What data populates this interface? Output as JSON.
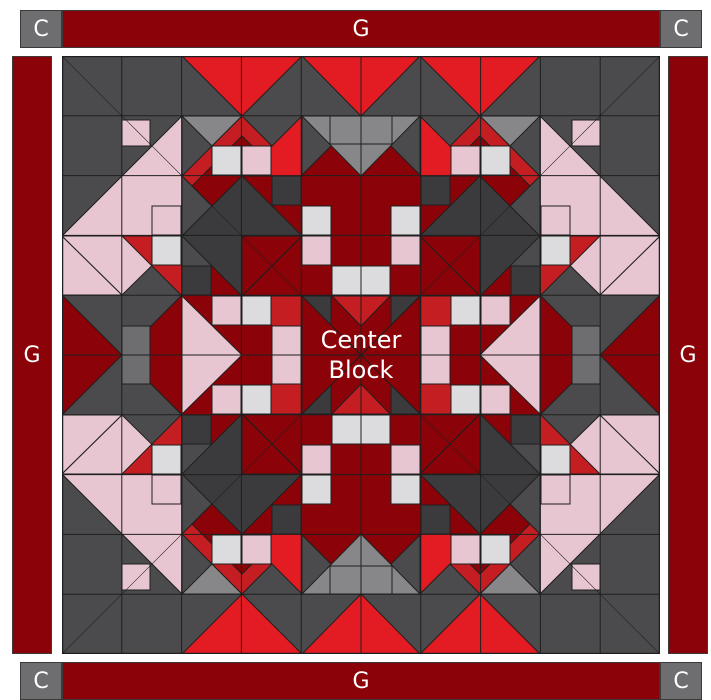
{
  "labels": {
    "corner_top_left": "C",
    "corner_top_right": "C",
    "corner_bottom_left": "C",
    "corner_bottom_right": "C",
    "border_top": "G",
    "border_bottom": "G",
    "border_left": "G",
    "border_right": "G",
    "center_line1": "Center",
    "center_line2": "Block"
  },
  "colors": {
    "border_red": "#8b0308",
    "corner_gray": "#6e6e70",
    "dark_gray": "#4b4b4d",
    "charcoal": "#3b3b3d",
    "mid_gray": "#878789",
    "bright_red": "#e31b23",
    "red": "#c41e22",
    "dark_red": "#8b0308",
    "pink": "#e7c6d2",
    "light_gray": "#dcdcde"
  }
}
